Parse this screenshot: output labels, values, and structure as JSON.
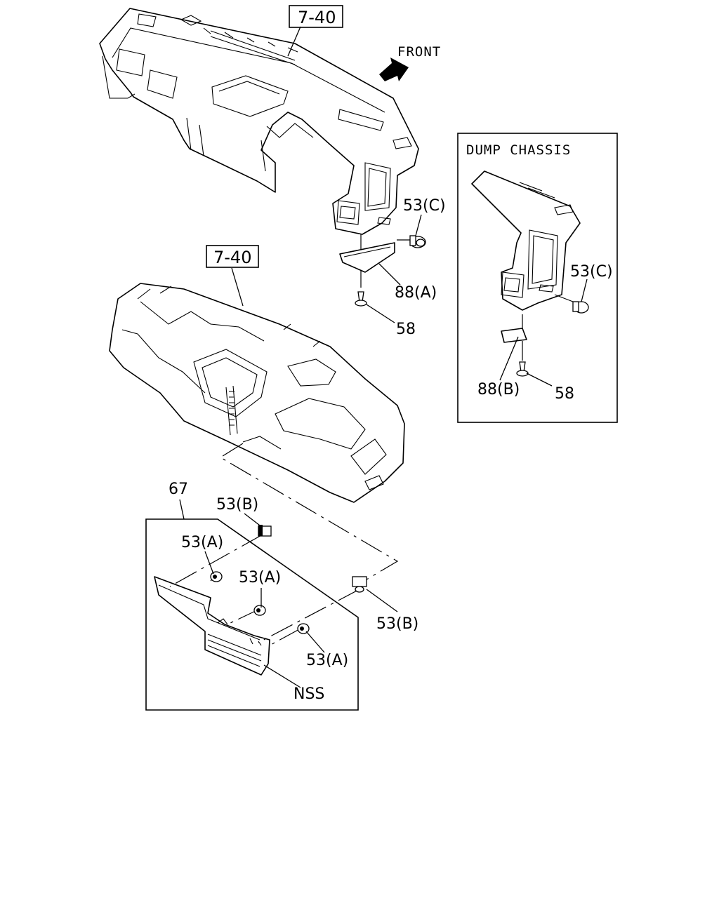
{
  "diagram": {
    "references": {
      "upper_ref": "7-40",
      "middle_ref": "7-40"
    },
    "direction": {
      "label": "FRONT",
      "icon": "arrow-right-icon"
    },
    "inset": {
      "title": "DUMP CHASSIS",
      "labels": {
        "clip_c": "53(C)",
        "trim_b": "88(B)",
        "screw": "58"
      }
    },
    "main_labels": {
      "clip_c": "53(C)",
      "trim_a": "88(A)",
      "screw": "58"
    },
    "lower_box": {
      "panel_ref": "67",
      "clip_b_top": "53(B)",
      "clip_a_1": "53(A)",
      "clip_a_2": "53(A)",
      "clip_b_side": "53(B)",
      "clip_a_3": "53(A)",
      "nss": "NSS"
    }
  }
}
